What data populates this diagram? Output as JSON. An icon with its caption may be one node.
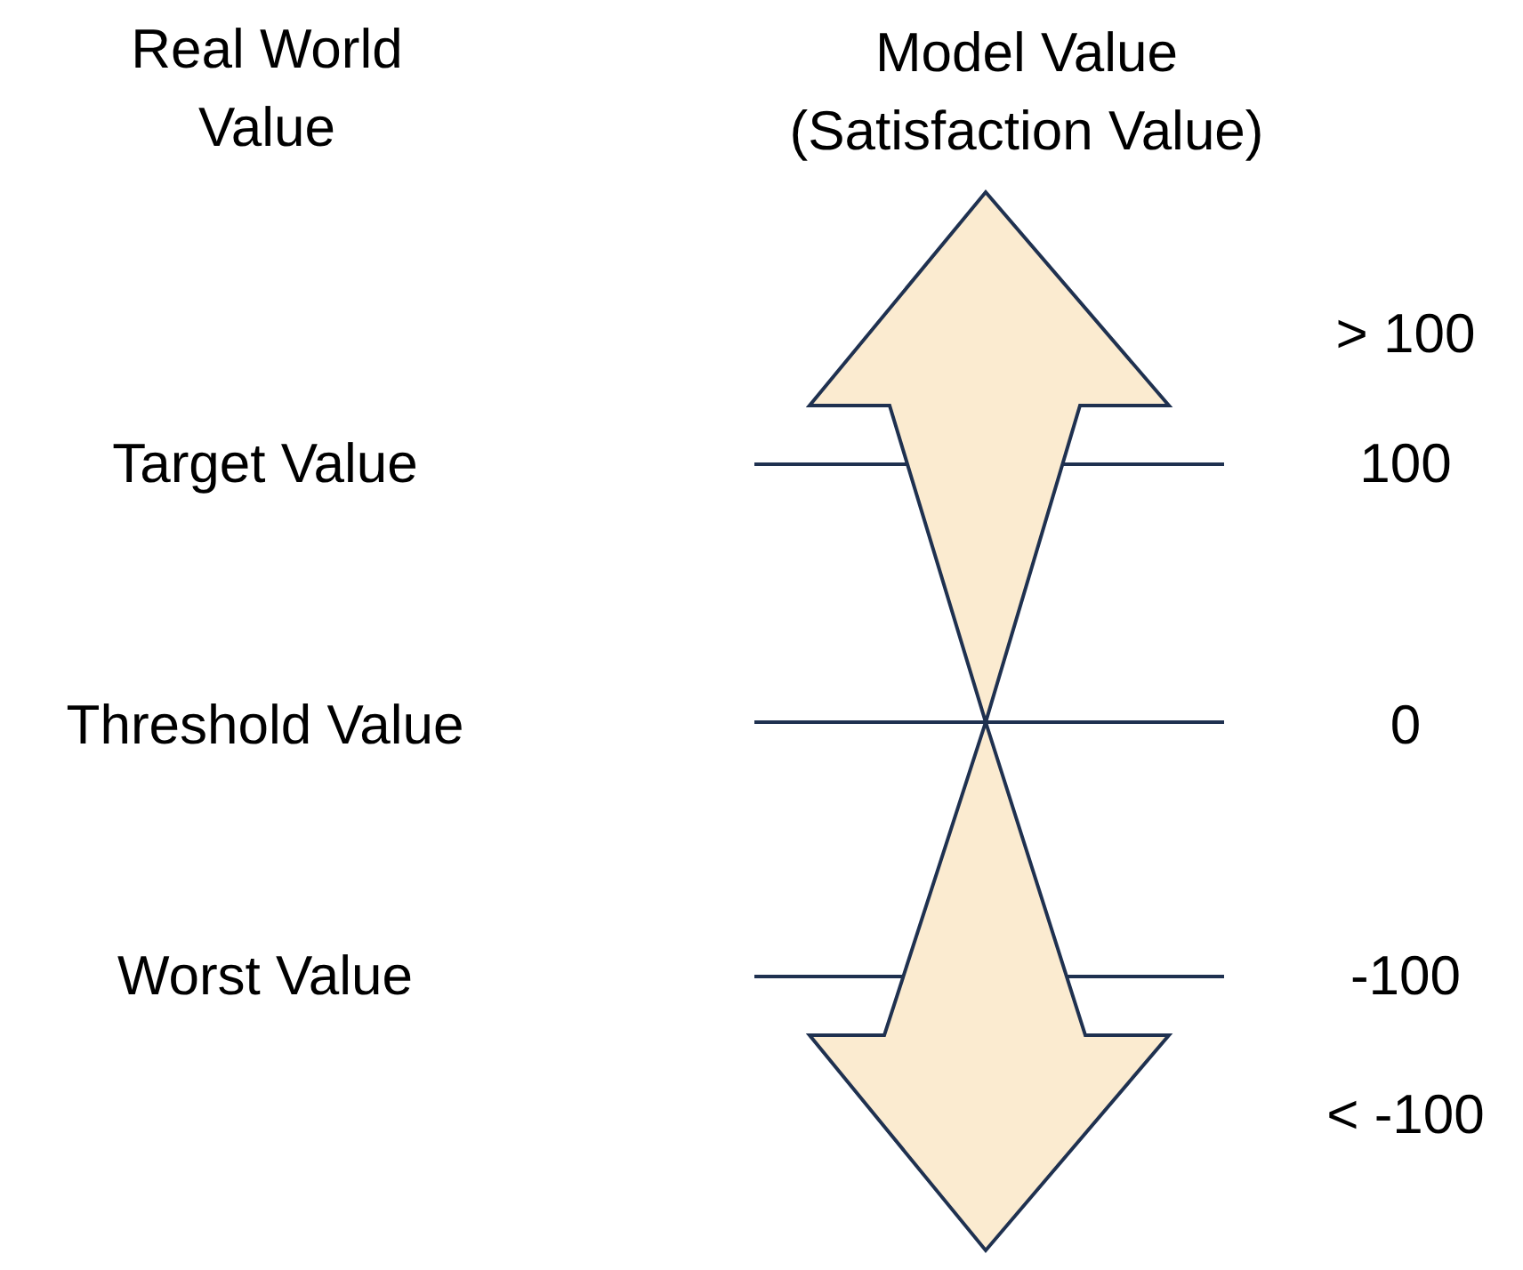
{
  "diagram": {
    "labels": [
      "Real World Value",
      "Model Value (Satisfaction Value)",
      "> 100",
      "Target Value",
      "100",
      "Threshold Value",
      "0",
      "Worst Value",
      "-100",
      "< -100"
    ]
  }
}
